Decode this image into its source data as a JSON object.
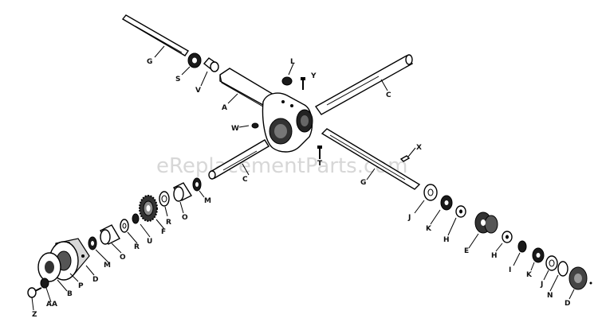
{
  "watermark": "eReplacementParts.com",
  "labels": {
    "g_left": "G",
    "s": "S",
    "v": "V",
    "a": "A",
    "l": "L",
    "y": "Y",
    "c_right": "C",
    "w": "W",
    "t": "T",
    "x": "X",
    "g_right": "G",
    "c_mid": "C",
    "m_center": "M",
    "o_center": "O",
    "r_center": "R",
    "f": "F",
    "u": "U",
    "r_left": "R",
    "o_left": "O",
    "m_left": "M",
    "d_left": "D",
    "p": "P",
    "b": "B",
    "aa": "AA",
    "z": "Z",
    "j_top": "J",
    "k_top": "K",
    "h_top": "H",
    "e": "E",
    "h_bottom": "H",
    "i": "I",
    "k_bottom": "K",
    "j_bottom": "J",
    "n": "N",
    "d_right": "D"
  }
}
